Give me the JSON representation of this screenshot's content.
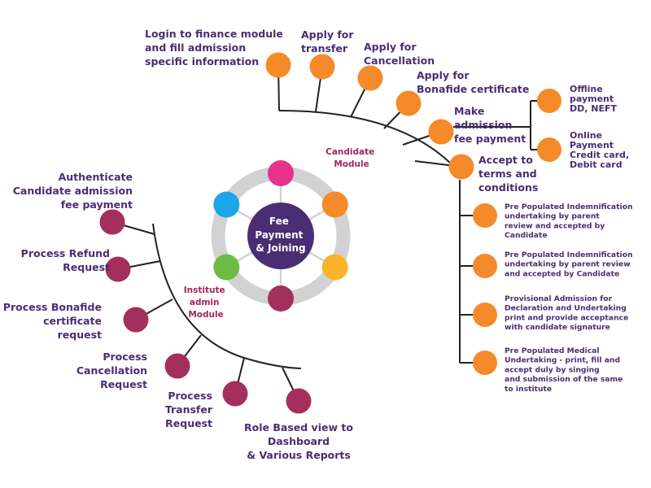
{
  "center": {
    "lines": [
      "Fee",
      "Payment",
      "& Joining"
    ]
  },
  "colors": {
    "orange": "#f58a2a",
    "maroon": "#a3305c",
    "purple": "#4a2d72",
    "ring": "#d2d2d2",
    "pink": "#e5348a",
    "blue": "#1aa6ea",
    "green": "#6dbb45",
    "yellow": "#fbb42a",
    "module_text": "#a1265a"
  },
  "candidate_module": {
    "title_lines": [
      "Candidate",
      "Module"
    ],
    "items": [
      {
        "lines": [
          "Login to finance module",
          "and fill admission",
          "specific information"
        ]
      },
      {
        "lines": [
          "Apply for",
          "transfer"
        ]
      },
      {
        "lines": [
          "Apply for",
          "Cancellation"
        ]
      },
      {
        "lines": [
          "Apply for",
          "Bonafide certificate"
        ]
      },
      {
        "lines": [
          "Make",
          "admission",
          "fee payment"
        ]
      },
      {
        "lines": [
          "Accept to",
          "terms and",
          "conditions"
        ]
      }
    ],
    "payment_options": [
      {
        "lines": [
          "Offline",
          "payment",
          "DD, NEFT"
        ]
      },
      {
        "lines": [
          "Online",
          "Payment",
          "Credit card,",
          "Debit card"
        ]
      }
    ],
    "terms_items": [
      {
        "lines": [
          "Pre Populated Indemnification",
          "undertaking by parent",
          "review and accepted by",
          "Candidate"
        ]
      },
      {
        "lines": [
          "Pre Populated Indemnification",
          "undertaking by parent review",
          "and accepted by Candidate"
        ]
      },
      {
        "lines": [
          "Provisional Admission for",
          "Declaration and Undertaking",
          "print and provide acceptance",
          "with candidate signature"
        ]
      },
      {
        "lines": [
          "Pre Populated Medical",
          "Undertaking - print, fill and",
          "accept duly by singing",
          "and submission of the same",
          "to institute"
        ]
      }
    ]
  },
  "institute_module": {
    "title_lines": [
      "Institute",
      "admin",
      "Module"
    ],
    "items": [
      {
        "lines": [
          "Authenticate",
          "Candidate admission",
          "fee payment"
        ]
      },
      {
        "lines": [
          "Process Refund",
          "Request"
        ]
      },
      {
        "lines": [
          "Process Bonafide",
          "certificate",
          "request"
        ]
      },
      {
        "lines": [
          "Process",
          "Cancellation",
          "Request"
        ]
      },
      {
        "lines": [
          "Process",
          "Transfer",
          "Request"
        ]
      },
      {
        "lines": [
          "Role Based view to",
          "Dashboard",
          "& Various Reports"
        ]
      }
    ]
  }
}
